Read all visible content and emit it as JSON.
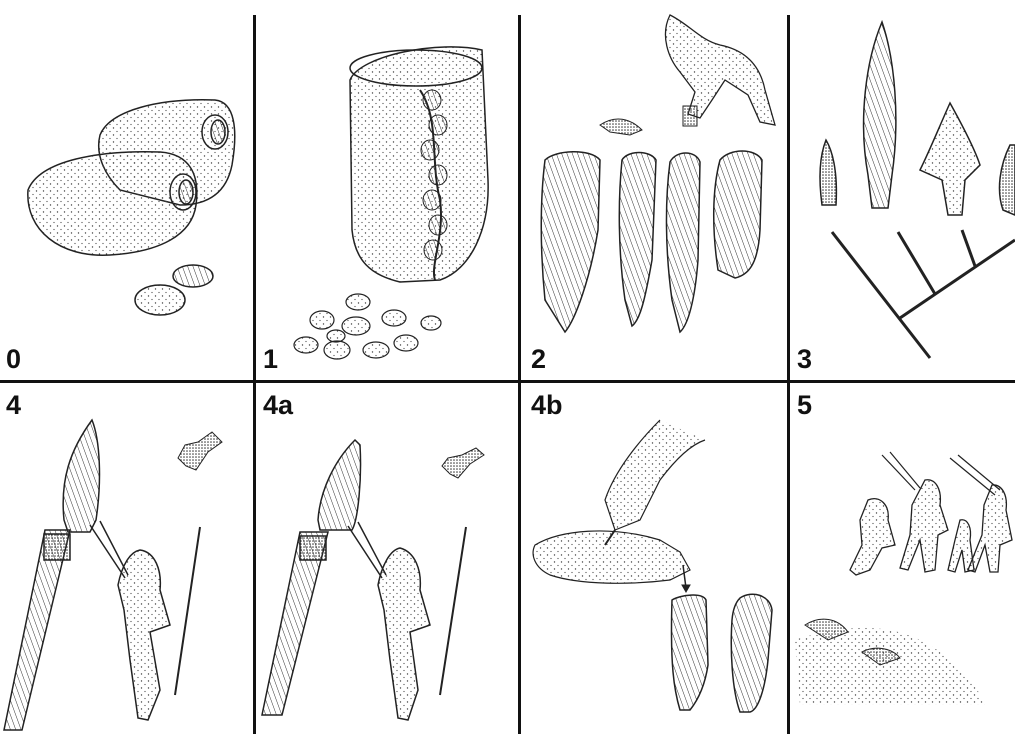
{
  "figure": {
    "panels": [
      {
        "id": "panel-0",
        "label": "0"
      },
      {
        "id": "panel-1",
        "label": "1"
      },
      {
        "id": "panel-2",
        "label": "2"
      },
      {
        "id": "panel-3",
        "label": "3"
      },
      {
        "id": "panel-4",
        "label": "4"
      },
      {
        "id": "panel-4a",
        "label": "4a"
      },
      {
        "id": "panel-4b",
        "label": "4b"
      },
      {
        "id": "panel-5",
        "label": "5"
      }
    ]
  }
}
